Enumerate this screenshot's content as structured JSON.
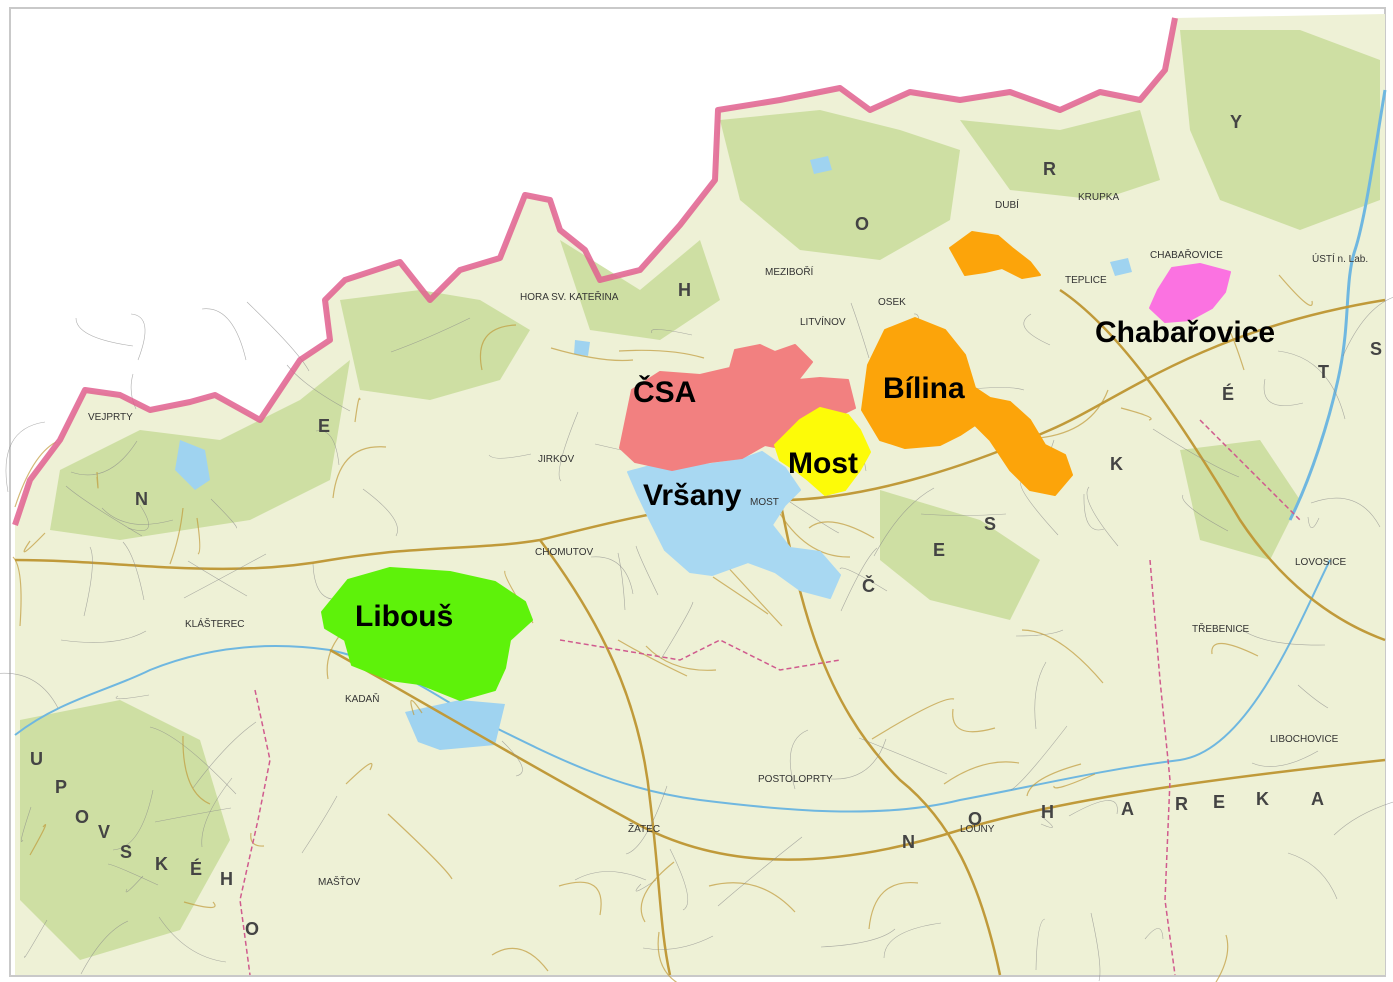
{
  "colors": {
    "background_outside": "#ffffff",
    "land": "#eef1d6",
    "forest": "#c8dc9a",
    "border": "#e0608f",
    "road_major": "#c09a3a",
    "road_minor": "#d8d1b8",
    "water": "#9fd3f0",
    "mines": {
      "libous": "#5ef20a",
      "vrsany": "#a8d8f2",
      "csa": "#f28080",
      "most": "#fdfb08",
      "bilina": "#fca40a",
      "chabarovice": "#fb72e1"
    }
  },
  "mines": [
    {
      "id": "libous",
      "label": "Libouš"
    },
    {
      "id": "vrsany",
      "label": "Vršany"
    },
    {
      "id": "csa",
      "label": "ČSA"
    },
    {
      "id": "most",
      "label": "Most"
    },
    {
      "id": "bilina",
      "label": "Bílina"
    },
    {
      "id": "chabarovice",
      "label": "Chabařovice"
    }
  ],
  "towns": {
    "chomutov": "CHOMUTOV",
    "most": "MOST",
    "teplice": "TEPLICE",
    "usti": "ÚSTÍ n. Lab.",
    "kadan": "KADAŇ",
    "klasterec": "KLÁŠTEREC",
    "zatec": "ŽATEC",
    "louny": "LOUNY",
    "litvinov": "LITVÍNOV",
    "postoloprty": "POSTOLOPRTY",
    "jirkov": "JIRKOV",
    "krupka": "KRUPKA",
    "dubi": "DUBÍ",
    "chabarovice": "CHABAŘOVICE",
    "lovosice": "LOVOSICE",
    "trebenice": "TŘEBENICE",
    "libochovice": "LIBOCHOVICE",
    "mastov": "MAŠŤOV",
    "vejprty": "VEJPRTY",
    "hora_katerina": "HORA SV. KATEŘINA",
    "meziboří": "MEZIBOŘÍ",
    "osek": "OSEK"
  },
  "ranges": {
    "krusne_letters": [
      "N",
      "E",
      "H",
      "O",
      "R",
      "Y"
    ],
    "ceske_letters": [
      "Č",
      "E",
      "S",
      "K",
      "É",
      "S",
      "T"
    ],
    "ohre_letters": [
      "N",
      "O",
      "H",
      "A",
      "R",
      "E",
      "K",
      "A"
    ],
    "doupov_letters": [
      "U",
      "P",
      "O",
      "V",
      "S",
      "K",
      "É",
      "H",
      "O"
    ]
  }
}
